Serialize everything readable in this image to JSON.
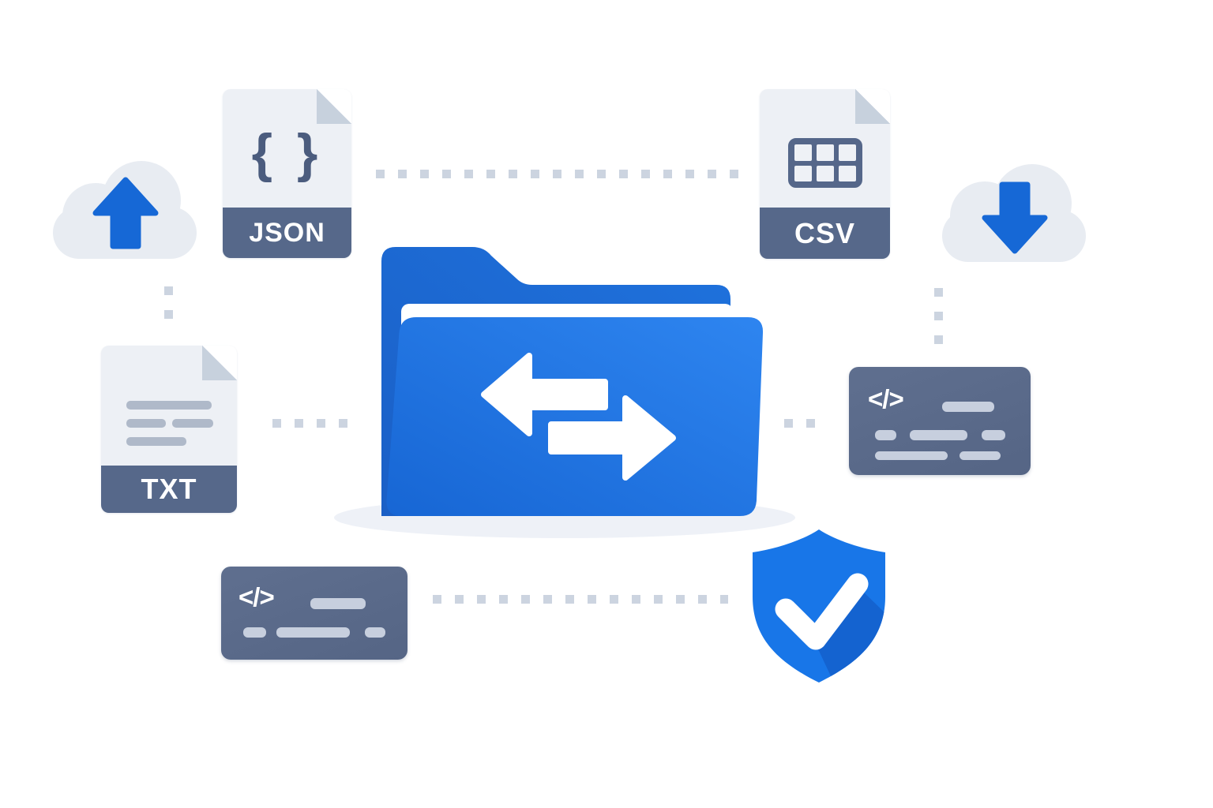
{
  "illustration_title": "File transfer illustration",
  "colors": {
    "background": "#ffffff",
    "primary_blue": "#1a73e8",
    "folder_back_blue": "#1b64cd",
    "folder_front_blue_light": "#2e85f0",
    "arrow_blue": "#1668d6",
    "slate_dark": "#55678a",
    "slate_glyph": "#4b5c7e",
    "doc_body": "#edf0f5",
    "fold_gray": "#c7d1dd",
    "cloud_gray": "#e8ecf2",
    "bar_light": "#c7cfde",
    "text_line_gray": "#afb9c9",
    "dot_gray": "#ccd4e0",
    "shadow_gray": "#eef1f7",
    "shield_blue": "#1876e8",
    "shield_shade_blue": "#1463d0"
  },
  "files": [
    {
      "label": "JSON",
      "glyph": "{ }"
    },
    {
      "label": "CSV"
    },
    {
      "label": "TXT"
    }
  ],
  "code_blocks": [
    {
      "glyph": "</>"
    },
    {
      "glyph": "</>"
    }
  ],
  "clouds": {
    "upload_direction": "up",
    "download_direction": "down"
  }
}
